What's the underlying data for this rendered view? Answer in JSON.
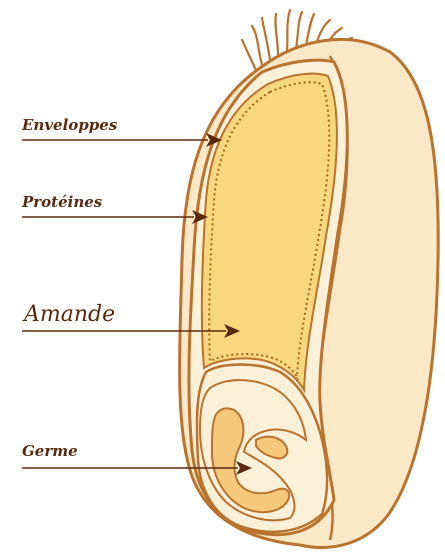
{
  "diagram": {
    "labels": {
      "enveloppes": "Enveloppes",
      "proteines": "Protéines",
      "amande": "Amande",
      "germe": "Germe"
    }
  },
  "colors": {
    "outline": "#b8732e",
    "hull": "#fbe8c6",
    "endosperm": "#f9d77f",
    "germ_fill": "#fdf0d8",
    "scutellum": "#f6c879",
    "arrow": "#5a2a0f",
    "text": "#5a2a0f"
  }
}
